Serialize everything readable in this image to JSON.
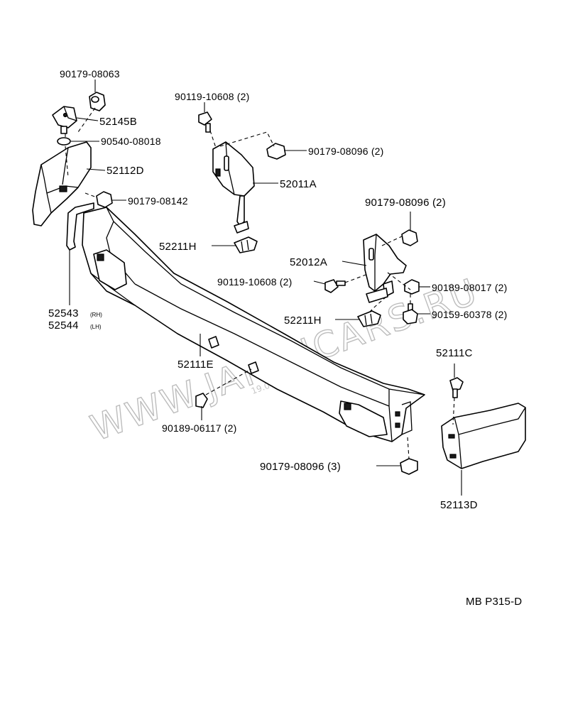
{
  "watermark": {
    "text": "WWW.JAPANCARS.RU",
    "date": "19.07.2006"
  },
  "diagram_code": "MB P315-D",
  "labels": {
    "p_90179_08063": "90179-08063",
    "p_52145B": "52145B",
    "p_90540_08018": "90540-08018",
    "p_52112D": "52112D",
    "p_90179_08142": "90179-08142",
    "p_52543": "52543",
    "p_52543_side": "(RH)",
    "p_52544": "52544",
    "p_52544_side": "(LH)",
    "p_90119_10608_a": "90119-10608 (2)",
    "p_90179_08096_a": "90179-08096 (2)",
    "p_52011A": "52011A",
    "p_52211H_a": "52211H",
    "p_90179_08096_b": "90179-08096 (2)",
    "p_52012A": "52012A",
    "p_90119_10608_b": "90119-10608 (2)",
    "p_90189_08017": "90189-08017 (2)",
    "p_52211H_b": "52211H",
    "p_90159_60378": "90159-60378 (2)",
    "p_52111E": "52111E",
    "p_52111C": "52111C",
    "p_90189_06117": "90189-06117 (2)",
    "p_90179_08096_c": "90179-08096 (3)",
    "p_52113D": "52113D"
  }
}
